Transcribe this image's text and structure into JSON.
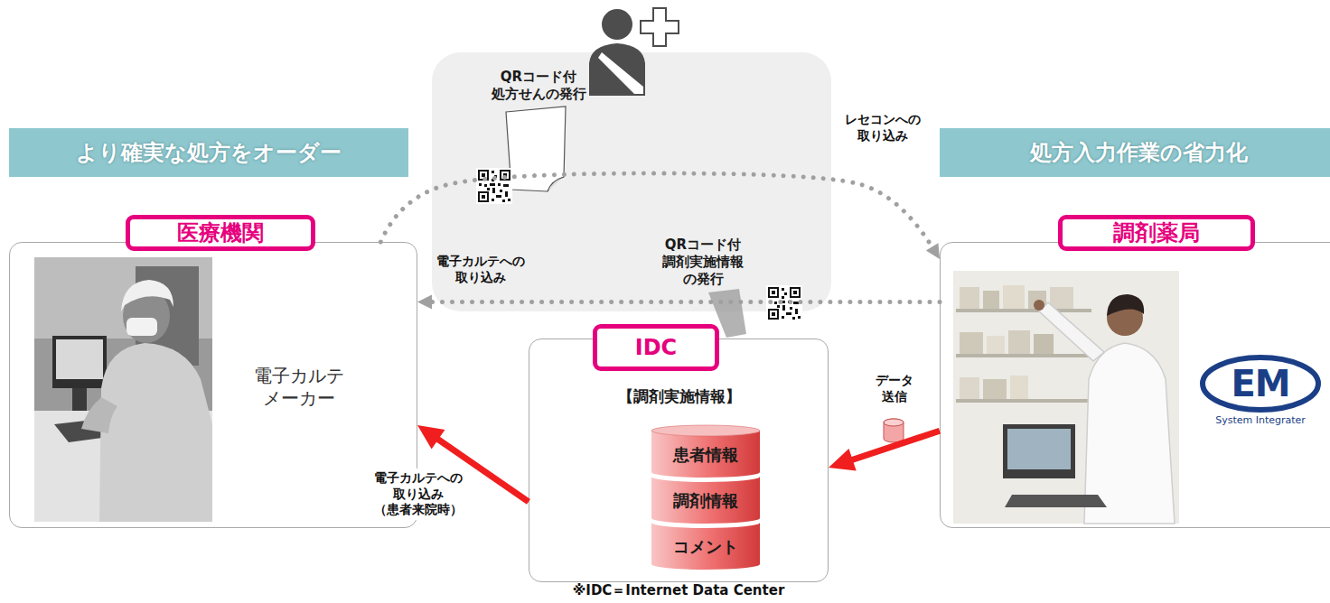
{
  "diagram": {
    "nodes": [
      {
        "text": [
          "より確実な処方をオーダー"
        ]
      },
      {
        "text": [
          "QRコード付 処方せんの発行",
          "QRコード付 調剤実施情報 の発行"
        ]
      },
      {
        "text": [
          "処方入力作業の省力化"
        ]
      },
      {
        "text": [
          "医療機関",
          "電子カルテ メーカー"
        ]
      },
      {
        "text": [
          "調剤薬局"
        ]
      },
      {
        "text": [
          "IDC",
          "【調剤実施情報】"
        ]
      },
      {
        "text": [
          "患者情報"
        ],
        "in": 5
      },
      {
        "text": [
          "調剤情報"
        ],
        "in": 5
      },
      {
        "text": [
          "コメント"
        ],
        "in": 5
      }
    ],
    "edges": [
      {
        "from": 3,
        "to": 4,
        "label": "レセコンへの 取り込み",
        "arrow": "to"
      },
      {
        "from": 4,
        "to": 3,
        "label": "電子カルテへの 取り込み",
        "arrow": "to"
      },
      {
        "from": 4,
        "to": 5,
        "label": "データ 送信",
        "arrow": "to"
      },
      {
        "from": 5,
        "to": 3,
        "label": "電子カルテへの 取り込み （患者来院時）",
        "arrow": "to"
      }
    ],
    "labels": [
      "EM",
      "System Integrater",
      "※IDC＝Internet Data Center"
    ]
  }
}
